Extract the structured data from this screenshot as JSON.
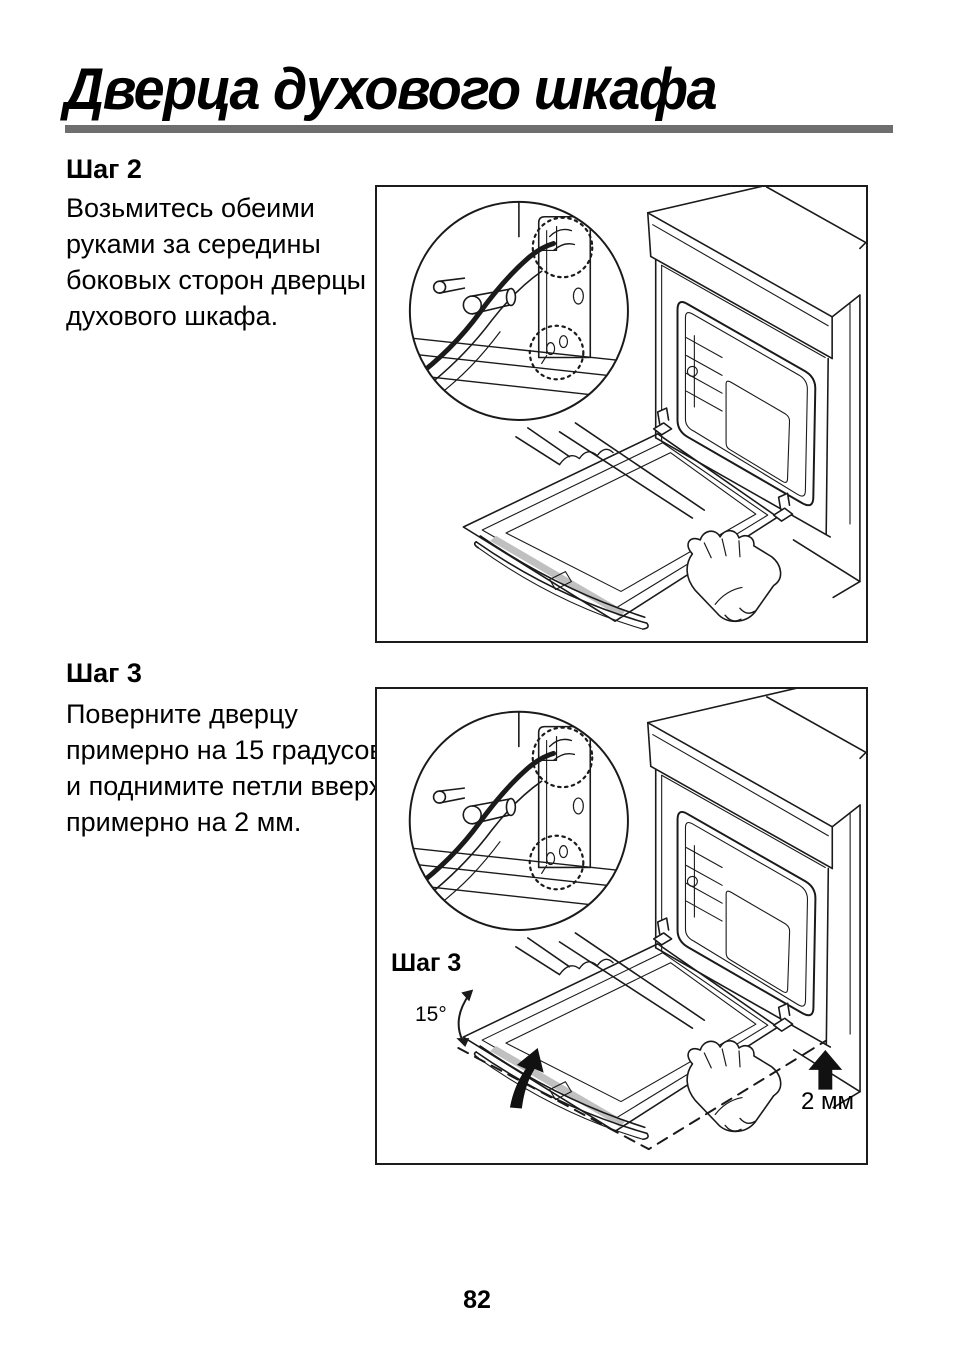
{
  "page": {
    "title": "Дверца духового шкафа",
    "number": "82"
  },
  "step2": {
    "heading": "Шаг 2",
    "lines": [
      "Возьмитесь обеими",
      "руками за середины",
      "боковых сторон дверцы",
      "духового шкафа."
    ]
  },
  "step3": {
    "heading": "Шаг 3",
    "lines": [
      "Поверните дверцу",
      "примерно на 15 градусов",
      "и поднимите петли вверх",
      "примерно на 2 мм."
    ]
  },
  "figure2": {
    "step_label": "Шаг 3",
    "angle_label": "15°",
    "lift_label": "2 мм"
  },
  "colors": {
    "title_rule_gray": "#6e6e6e",
    "line_black": "#1a1a1a",
    "hatch_gray": "#c0c0c0"
  }
}
